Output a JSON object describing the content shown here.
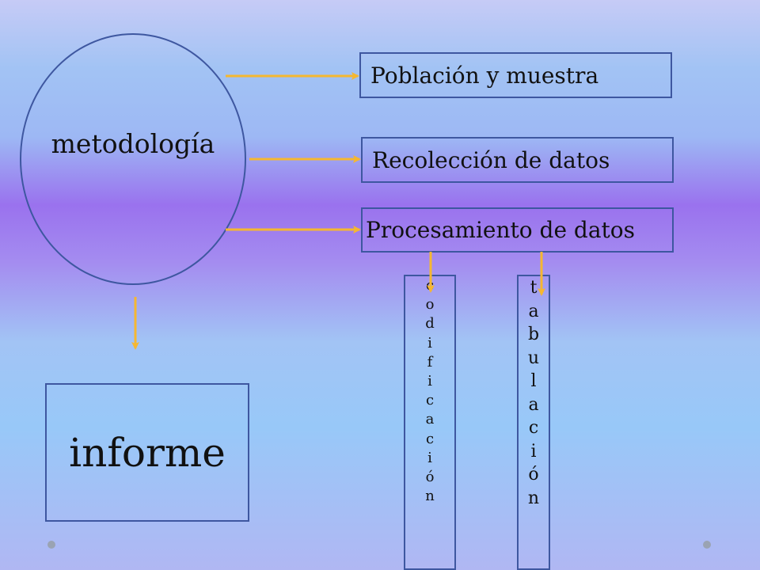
{
  "main_node": {
    "label": "metodología"
  },
  "boxes": {
    "poblacion": "Población y muestra",
    "recoleccion": "Recolección de datos",
    "procesamiento": "Procesamiento de datos",
    "informe": "informe"
  },
  "vertical_boxes": {
    "codificacion": "codificación",
    "tabulacion": "tabulación"
  },
  "colors": {
    "arrow": "#f5b731",
    "border": "#3e57a0"
  }
}
